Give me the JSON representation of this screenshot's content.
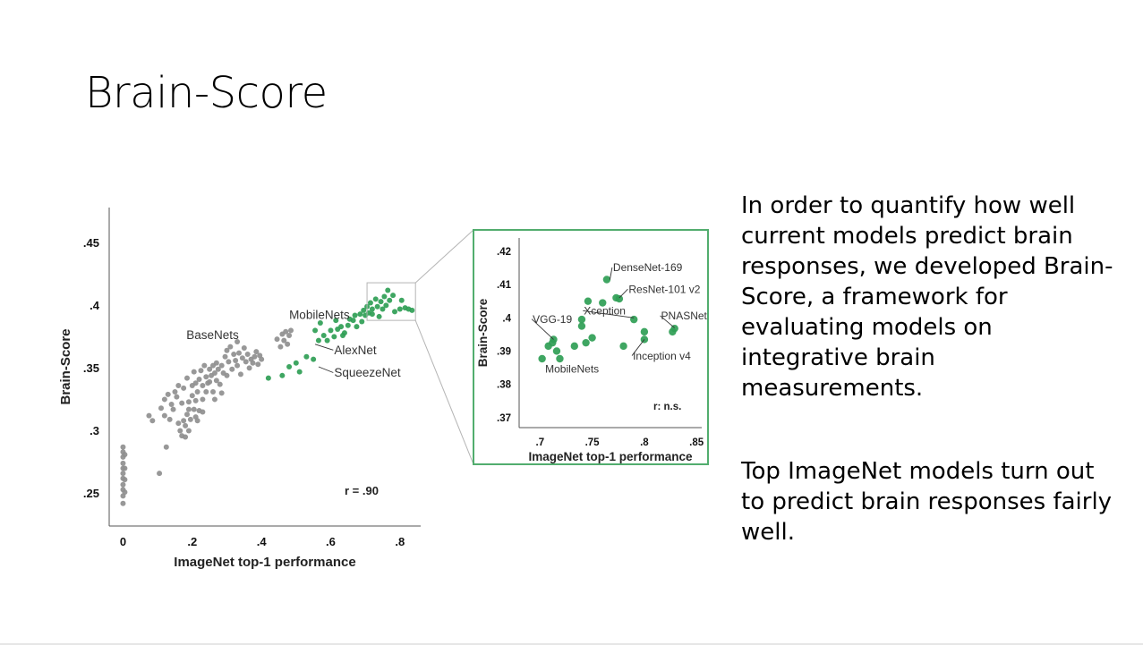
{
  "slide": {
    "title": "Brain-Score",
    "paragraphs": [
      "In order to quantify how well current models predict brain responses, we developed Brain-Score, a framework for evaluating models on integrative brain measurements.",
      "Top ImageNet models turn out to predict brain responses fairly well."
    ]
  },
  "colors": {
    "gray": "#8f8f8f",
    "green": "#2f9e55",
    "frame_green": "#52ad6e",
    "zoom_box": "#b5b5b5"
  },
  "chart_data": [
    {
      "type": "scatter",
      "xlabel": "ImageNet top-1 performance",
      "ylabel": "Brain-Score",
      "xlim": [
        -0.04,
        0.86
      ],
      "ylim": [
        0.224,
        0.478
      ],
      "x_ticks": [
        {
          "value": 0,
          "label": "0"
        },
        {
          "value": 0.2,
          "label": ".2"
        },
        {
          "value": 0.4,
          "label": ".4"
        },
        {
          "value": 0.6,
          "label": ".6"
        },
        {
          "value": 0.8,
          "label": ".8"
        }
      ],
      "y_ticks": [
        {
          "value": 0.25,
          "label": ".25"
        },
        {
          "value": 0.3,
          "label": ".3"
        },
        {
          "value": 0.35,
          "label": ".35"
        },
        {
          "value": 0.4,
          "label": ".4"
        },
        {
          "value": 0.45,
          "label": ".45"
        }
      ],
      "annotation": "r = .90",
      "series": [
        {
          "color": "gray",
          "points": [
            [
              0.0,
              0.242
            ],
            [
              0.0,
              0.248
            ],
            [
              0.0,
              0.253
            ],
            [
              0.0,
              0.257
            ],
            [
              0.0,
              0.262
            ],
            [
              0.0,
              0.266
            ],
            [
              0.0,
              0.27
            ],
            [
              0.0,
              0.274
            ],
            [
              0.0,
              0.279
            ],
            [
              0.0,
              0.283
            ],
            [
              0.0,
              0.287
            ],
            [
              0.005,
              0.251
            ],
            [
              0.005,
              0.261
            ],
            [
              0.005,
              0.27
            ],
            [
              0.005,
              0.281
            ],
            [
              0.075,
              0.312
            ],
            [
              0.085,
              0.308
            ],
            [
              0.105,
              0.266
            ],
            [
              0.11,
              0.318
            ],
            [
              0.12,
              0.325
            ],
            [
              0.12,
              0.312
            ],
            [
              0.125,
              0.287
            ],
            [
              0.13,
              0.329
            ],
            [
              0.135,
              0.309
            ],
            [
              0.14,
              0.321
            ],
            [
              0.145,
              0.317
            ],
            [
              0.15,
              0.331
            ],
            [
              0.155,
              0.327
            ],
            [
              0.16,
              0.336
            ],
            [
              0.16,
              0.306
            ],
            [
              0.165,
              0.3
            ],
            [
              0.17,
              0.322
            ],
            [
              0.17,
              0.296
            ],
            [
              0.175,
              0.334
            ],
            [
              0.175,
              0.308
            ],
            [
              0.18,
              0.295
            ],
            [
              0.18,
              0.304
            ],
            [
              0.185,
              0.342
            ],
            [
              0.185,
              0.313
            ],
            [
              0.19,
              0.323
            ],
            [
              0.19,
              0.3
            ],
            [
              0.195,
              0.309
            ],
            [
              0.2,
              0.336
            ],
            [
              0.2,
              0.328
            ],
            [
              0.205,
              0.347
            ],
            [
              0.205,
              0.317
            ],
            [
              0.21,
              0.338
            ],
            [
              0.21,
              0.324
            ],
            [
              0.21,
              0.311
            ],
            [
              0.215,
              0.331
            ],
            [
              0.22,
              0.341
            ],
            [
              0.22,
              0.316
            ],
            [
              0.225,
              0.348
            ],
            [
              0.23,
              0.336
            ],
            [
              0.23,
              0.325
            ],
            [
              0.235,
              0.352
            ],
            [
              0.24,
              0.343
            ],
            [
              0.24,
              0.331
            ],
            [
              0.245,
              0.338
            ],
            [
              0.25,
              0.349
            ],
            [
              0.25,
              0.339
            ],
            [
              0.255,
              0.344
            ],
            [
              0.26,
              0.352
            ],
            [
              0.26,
              0.331
            ],
            [
              0.265,
              0.346
            ],
            [
              0.27,
              0.354
            ],
            [
              0.27,
              0.34
            ],
            [
              0.275,
              0.349
            ],
            [
              0.28,
              0.337
            ],
            [
              0.285,
              0.352
            ],
            [
              0.29,
              0.346
            ],
            [
              0.295,
              0.359
            ],
            [
              0.3,
              0.344
            ],
            [
              0.3,
              0.364
            ],
            [
              0.305,
              0.355
            ],
            [
              0.31,
              0.367
            ],
            [
              0.315,
              0.349
            ],
            [
              0.32,
              0.361
            ],
            [
              0.325,
              0.356
            ],
            [
              0.33,
              0.352
            ],
            [
              0.33,
              0.371
            ],
            [
              0.335,
              0.362
            ],
            [
              0.34,
              0.345
            ],
            [
              0.345,
              0.358
            ],
            [
              0.35,
              0.366
            ],
            [
              0.355,
              0.355
            ],
            [
              0.36,
              0.361
            ],
            [
              0.365,
              0.35
            ],
            [
              0.37,
              0.357
            ],
            [
              0.375,
              0.354
            ],
            [
              0.38,
              0.359
            ],
            [
              0.385,
              0.363
            ],
            [
              0.39,
              0.353
            ],
            [
              0.395,
              0.36
            ],
            [
              0.4,
              0.357
            ],
            [
              0.19,
              0.317
            ],
            [
              0.46,
              0.377
            ],
            [
              0.465,
              0.372
            ],
            [
              0.47,
              0.379
            ],
            [
              0.475,
              0.369
            ],
            [
              0.48,
              0.376
            ],
            [
              0.485,
              0.38
            ],
            [
              0.455,
              0.367
            ],
            [
              0.445,
              0.373
            ],
            [
              0.215,
              0.308
            ],
            [
              0.23,
              0.315
            ],
            [
              0.265,
              0.325
            ],
            [
              0.285,
              0.33
            ]
          ]
        },
        {
          "color": "green",
          "points": [
            [
              0.42,
              0.342
            ],
            [
              0.46,
              0.344
            ],
            [
              0.48,
              0.351
            ],
            [
              0.5,
              0.354
            ],
            [
              0.51,
              0.347
            ],
            [
              0.53,
              0.359
            ],
            [
              0.55,
              0.357
            ],
            [
              0.555,
              0.38
            ],
            [
              0.565,
              0.372
            ],
            [
              0.57,
              0.386
            ],
            [
              0.58,
              0.376
            ],
            [
              0.59,
              0.372
            ],
            [
              0.6,
              0.38
            ],
            [
              0.61,
              0.375
            ],
            [
              0.615,
              0.388
            ],
            [
              0.62,
              0.381
            ],
            [
              0.63,
              0.383
            ],
            [
              0.635,
              0.376
            ],
            [
              0.64,
              0.378
            ],
            [
              0.65,
              0.384
            ],
            [
              0.655,
              0.389
            ],
            [
              0.665,
              0.388
            ],
            [
              0.67,
              0.392
            ],
            [
              0.675,
              0.383
            ],
            [
              0.685,
              0.393
            ],
            [
              0.69,
              0.387
            ],
            [
              0.695,
              0.396
            ],
            [
              0.7,
              0.392
            ],
            [
              0.705,
              0.399
            ],
            [
              0.71,
              0.394
            ],
            [
              0.715,
              0.402
            ],
            [
              0.72,
              0.397
            ],
            [
              0.73,
              0.405
            ],
            [
              0.735,
              0.399
            ],
            [
              0.745,
              0.403
            ],
            [
              0.75,
              0.397
            ],
            [
              0.755,
              0.407
            ],
            [
              0.76,
              0.4
            ],
            [
              0.765,
              0.412
            ],
            [
              0.77,
              0.404
            ],
            [
              0.78,
              0.408
            ],
            [
              0.785,
              0.395
            ],
            [
              0.8,
              0.397
            ],
            [
              0.805,
              0.404
            ],
            [
              0.815,
              0.398
            ],
            [
              0.825,
              0.397
            ],
            [
              0.835,
              0.396
            ],
            [
              0.74,
              0.391
            ],
            [
              0.72,
              0.393
            ]
          ]
        }
      ],
      "labels": [
        {
          "text": "BaseNets",
          "x": 0.183,
          "y": 0.373
        },
        {
          "text": "MobileNets",
          "x": 0.48,
          "y": 0.389
        },
        {
          "text": "AlexNet",
          "x": 0.61,
          "y": 0.361,
          "target": [
            0.555,
            0.369
          ]
        },
        {
          "text": "SqueezeNet",
          "x": 0.61,
          "y": 0.343,
          "target": [
            0.565,
            0.351
          ]
        }
      ],
      "zoom_region": {
        "x": [
          0.705,
          0.845
        ],
        "y": [
          0.388,
          0.418
        ]
      }
    },
    {
      "type": "scatter",
      "xlabel": "ImageNet top-1 performance",
      "ylabel": "Brain-Score",
      "xlim": [
        0.68,
        0.855
      ],
      "ylim": [
        0.367,
        0.424
      ],
      "x_ticks": [
        {
          "value": 0.7,
          "label": ".7"
        },
        {
          "value": 0.75,
          "label": ".75"
        },
        {
          "value": 0.8,
          "label": ".8"
        },
        {
          "value": 0.85,
          "label": ".85"
        }
      ],
      "y_ticks": [
        {
          "value": 0.37,
          "label": ".37"
        },
        {
          "value": 0.38,
          "label": ".38"
        },
        {
          "value": 0.39,
          "label": ".39"
        },
        {
          "value": 0.4,
          "label": ".4"
        },
        {
          "value": 0.41,
          "label": ".41"
        },
        {
          "value": 0.42,
          "label": ".42"
        }
      ],
      "annotation": "r: n.s.",
      "series": [
        {
          "color": "green",
          "points": [
            [
              0.702,
              0.3877
            ],
            [
              0.708,
              0.3915
            ],
            [
              0.712,
              0.3925
            ],
            [
              0.713,
              0.3935
            ],
            [
              0.716,
              0.39
            ],
            [
              0.719,
              0.3877
            ],
            [
              0.733,
              0.3915
            ],
            [
              0.74,
              0.3975
            ],
            [
              0.74,
              0.3995
            ],
            [
              0.744,
              0.3925
            ],
            [
              0.75,
              0.394
            ],
            [
              0.746,
              0.405
            ],
            [
              0.76,
              0.4045
            ],
            [
              0.764,
              0.4115
            ],
            [
              0.773,
              0.406
            ],
            [
              0.776,
              0.4057
            ],
            [
              0.78,
              0.3915
            ],
            [
              0.79,
              0.3995
            ],
            [
              0.8,
              0.3958
            ],
            [
              0.8,
              0.3935
            ],
            [
              0.827,
              0.3958
            ],
            [
              0.829,
              0.3968
            ]
          ]
        }
      ],
      "labels": [
        {
          "text": "DenseNet-169",
          "x": 0.77,
          "y": 0.414,
          "target": [
            0.767,
            0.4115
          ]
        },
        {
          "text": "ResNet-101 v2",
          "x": 0.785,
          "y": 0.4075,
          "target": [
            0.776,
            0.406
          ]
        },
        {
          "text": "Xception",
          "x": 0.742,
          "y": 0.401,
          "target": [
            0.79,
            0.4
          ]
        },
        {
          "text": "VGG-19",
          "x": 0.693,
          "y": 0.3985,
          "target": [
            0.713,
            0.3935
          ]
        },
        {
          "text": "PNASNet",
          "x": 0.816,
          "y": 0.3995,
          "target": [
            0.829,
            0.397
          ]
        },
        {
          "text": "Inception v4",
          "x": 0.789,
          "y": 0.3875,
          "target": [
            0.8,
            0.3935
          ]
        },
        {
          "text": "MobileNets",
          "x": 0.705,
          "y": 0.3835
        }
      ]
    }
  ]
}
